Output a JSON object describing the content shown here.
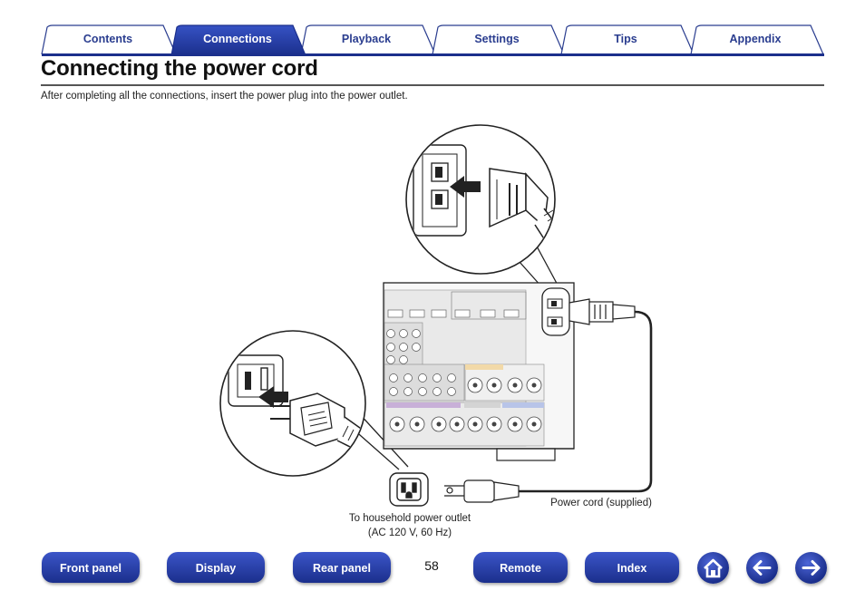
{
  "tabs": [
    {
      "label": "Contents",
      "active": false
    },
    {
      "label": "Connections",
      "active": true
    },
    {
      "label": "Playback",
      "active": false
    },
    {
      "label": "Settings",
      "active": false
    },
    {
      "label": "Tips",
      "active": false
    },
    {
      "label": "Appendix",
      "active": false
    }
  ],
  "page": {
    "title": "Connecting the power cord",
    "intro": "After completing all the connections, insert the power plug into the power outlet."
  },
  "diagram": {
    "caption_outlet_line1": "To household power outlet",
    "caption_outlet_line2": "(AC 120 V, 60 Hz)",
    "caption_cord": "Power cord (supplied)"
  },
  "nav": {
    "front_panel": "Front panel",
    "display": "Display",
    "rear_panel": "Rear panel",
    "page_number": "58",
    "remote": "Remote",
    "index": "Index"
  },
  "icons": {
    "home": "home-icon",
    "back": "arrow-left-icon",
    "forward": "arrow-right-icon"
  },
  "colors": {
    "accent": "#1b2f8c",
    "tab_border": "#2a3d8f",
    "tab_fill": "#ffffff"
  }
}
